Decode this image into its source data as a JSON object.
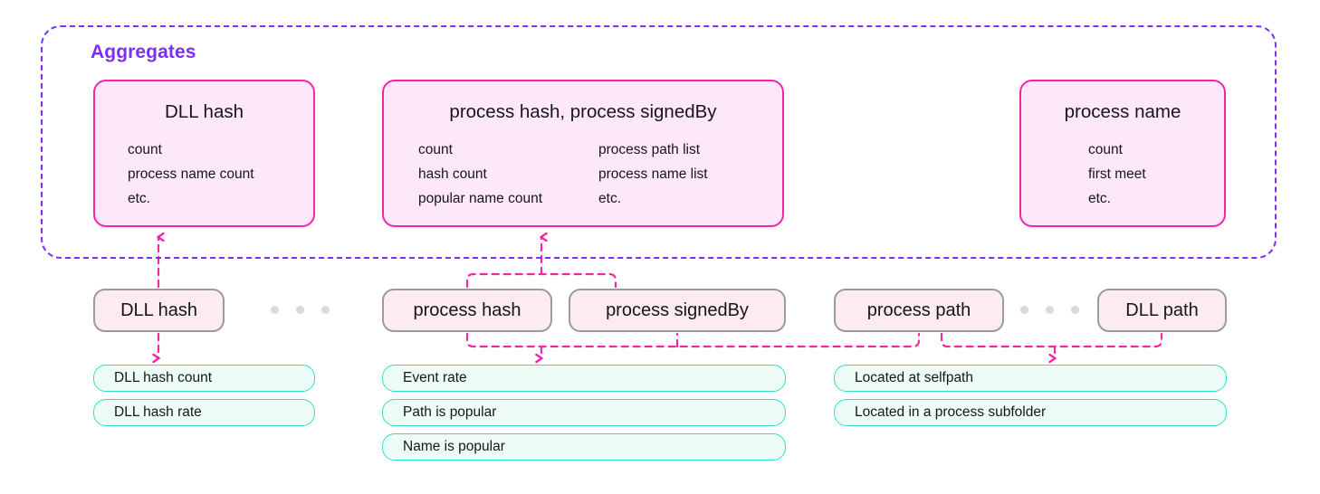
{
  "diagram": {
    "aggregates_group": {
      "label": "Aggregates",
      "accent_color": "#7b2ff7",
      "cards": [
        {
          "title": "DLL hash",
          "columns": [
            [
              "count",
              "process name count",
              "etc."
            ]
          ]
        },
        {
          "title": "process hash, process signedBy",
          "columns": [
            [
              "count",
              "hash count",
              "popular name count"
            ],
            [
              "process path list",
              "process name list",
              "etc."
            ]
          ]
        },
        {
          "title": "process name",
          "columns": [
            [
              "count",
              "first meet",
              "etc."
            ]
          ]
        }
      ],
      "card_border_color": "#f723a8",
      "card_fill_color": "#fde7fa"
    },
    "fields_row": {
      "pills": [
        {
          "label": "DLL hash"
        },
        {
          "label": "process hash"
        },
        {
          "label": "process signedBy"
        },
        {
          "label": "process path"
        },
        {
          "label": "DLL path"
        }
      ],
      "ellipsis": [
        {
          "dots": 3,
          "position": "between DLL hash and process hash"
        },
        {
          "dots": 3,
          "position": "between process path and DLL path"
        }
      ],
      "pill_border_color": "#9a9aa2",
      "pill_fill_color": "#fcecef"
    },
    "features_row": {
      "groups": [
        {
          "items": [
            "DLL hash count",
            "DLL hash rate"
          ]
        },
        {
          "items": [
            "Event rate",
            "Path is popular",
            "Name is popular"
          ]
        },
        {
          "items": [
            "Located at selfpath",
            "Located in a process subfolder"
          ]
        }
      ],
      "border_color": "#2fe0c6",
      "fill_color": "#eefcf8"
    },
    "connectors": {
      "color": "#f723a8",
      "style": "dashed",
      "arrows": [
        {
          "from": "DLL hash pill",
          "to": "DLL hash aggregate",
          "direction": "up"
        },
        {
          "from": "process hash + process signedBy pills",
          "to": "process hash, process signedBy aggregate",
          "direction": "up"
        },
        {
          "from": "DLL hash pill",
          "to": "DLL hash count",
          "direction": "down"
        },
        {
          "from": "process hash + process signedBy + process path pills",
          "to": "Event rate",
          "direction": "down"
        },
        {
          "from": "process path + DLL path pills",
          "to": "Located at selfpath",
          "direction": "down"
        }
      ]
    }
  }
}
